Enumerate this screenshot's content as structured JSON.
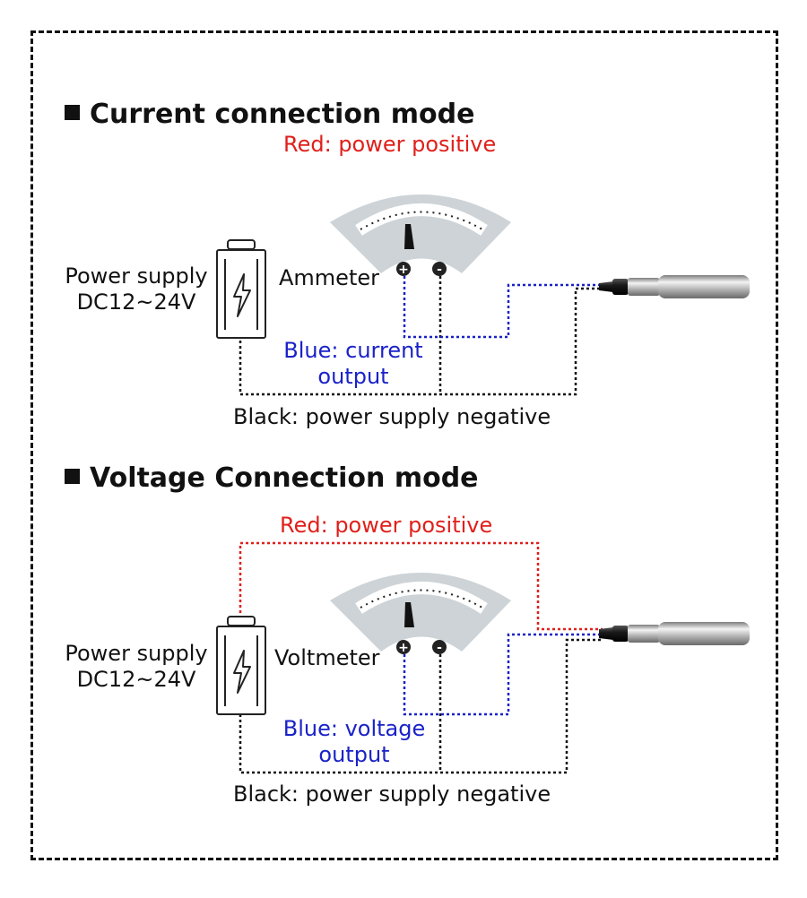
{
  "sections": [
    {
      "title": "Current connection mode",
      "red_label": "Red: power positive",
      "supply_line1": "Power supply",
      "supply_line2": "DC12~24V",
      "meter_label": "Ammeter",
      "plus": "+",
      "minus": "-",
      "blue_line1": "Blue: current",
      "blue_line2": "output",
      "black_label": "Black: power supply negative"
    },
    {
      "title": "Voltage Connection mode",
      "red_label": "Red: power positive",
      "supply_line1": "Power supply",
      "supply_line2": "DC12~24V",
      "meter_label": "Voltmeter",
      "plus": "+",
      "minus": "-",
      "blue_line1": "Blue: voltage",
      "blue_line2": "output",
      "black_label": "Black: power supply negative"
    }
  ],
  "colors": {
    "red_wire": "#e0201b",
    "blue_wire": "#1a22c8",
    "black_wire": "#111111",
    "meter_gray": "#cdd3d6"
  },
  "icons": [
    "battery-icon",
    "lightning-icon",
    "meter-icon",
    "needle-icon",
    "sensor-probe-icon"
  ]
}
